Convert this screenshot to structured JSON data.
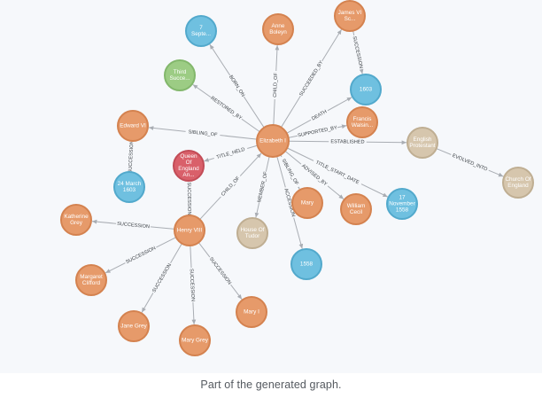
{
  "colors": {
    "Person": {
      "fill": "#e69a6a",
      "stroke": "#d4824f"
    },
    "Date": {
      "fill": "#6fc0e0",
      "stroke": "#52a9cc"
    },
    "Event": {
      "fill": "#9ccc84",
      "stroke": "#82b76b"
    },
    "Concept": {
      "fill": "#d6c6ad",
      "stroke": "#bfae92"
    },
    "Title": {
      "fill": "#d9606a",
      "stroke": "#c24c57"
    },
    "edge": "#a9adb3",
    "background": "#f6f8fb"
  },
  "nodes": [
    {
      "id": "elizabeth",
      "label": [
        "Elizabeth I"
      ],
      "type": "Person"
    },
    {
      "id": "sept7",
      "label": [
        "7",
        "Septe..."
      ],
      "type": "Date"
    },
    {
      "id": "anne",
      "label": [
        "Anne",
        "Boleyn"
      ],
      "type": "Person"
    },
    {
      "id": "james",
      "label": [
        "James VI",
        "Sc..."
      ],
      "type": "Person"
    },
    {
      "id": "third",
      "label": [
        "Third",
        "Succe..."
      ],
      "type": "Event"
    },
    {
      "id": "y1603",
      "label": [
        "1603"
      ],
      "type": "Date"
    },
    {
      "id": "francis",
      "label": [
        "Francis",
        "Walsin..."
      ],
      "type": "Person"
    },
    {
      "id": "edward",
      "label": [
        "Edward VI"
      ],
      "type": "Person"
    },
    {
      "id": "english",
      "label": [
        "English",
        "Protestant"
      ],
      "type": "Concept"
    },
    {
      "id": "church",
      "label": [
        "Church Of",
        "England"
      ],
      "type": "Concept"
    },
    {
      "id": "queen",
      "label": [
        "Queen",
        "Of",
        "England",
        "An..."
      ],
      "type": "Title"
    },
    {
      "id": "march24",
      "label": [
        "24 March",
        "1603"
      ],
      "type": "Date"
    },
    {
      "id": "mary",
      "label": [
        "Mary"
      ],
      "type": "Person"
    },
    {
      "id": "william",
      "label": [
        "William",
        "Cecil"
      ],
      "type": "Person"
    },
    {
      "id": "nov17",
      "label": [
        "17",
        "November",
        "1558"
      ],
      "type": "Date"
    },
    {
      "id": "katherine",
      "label": [
        "Katherine",
        "Grey"
      ],
      "type": "Person"
    },
    {
      "id": "henry",
      "label": [
        "Henry VIII"
      ],
      "type": "Person"
    },
    {
      "id": "tudor",
      "label": [
        "House Of",
        "Tudor"
      ],
      "type": "Concept"
    },
    {
      "id": "y1558",
      "label": [
        "1558"
      ],
      "type": "Date"
    },
    {
      "id": "margaret",
      "label": [
        "Margaret",
        "Clifford"
      ],
      "type": "Person"
    },
    {
      "id": "maryi",
      "label": [
        "Mary I"
      ],
      "type": "Person"
    },
    {
      "id": "jane",
      "label": [
        "Jane Grey"
      ],
      "type": "Person"
    },
    {
      "id": "marygrey",
      "label": [
        "Mary Grey"
      ],
      "type": "Person"
    }
  ],
  "edges": [
    {
      "from": "elizabeth",
      "to": "sept7",
      "label": "BORN_ON"
    },
    {
      "from": "elizabeth",
      "to": "anne",
      "label": "CHILD_OF"
    },
    {
      "from": "elizabeth",
      "to": "james",
      "label": "SUCCEEDED_BY"
    },
    {
      "from": "elizabeth",
      "to": "third",
      "label": "RESTORED_BY"
    },
    {
      "from": "elizabeth",
      "to": "y1603",
      "label": "DEATH"
    },
    {
      "from": "elizabeth",
      "to": "francis",
      "label": "SUPPORTED_BY"
    },
    {
      "from": "elizabeth",
      "to": "edward",
      "label": "SIBLING_OF"
    },
    {
      "from": "elizabeth",
      "to": "english",
      "label": "ESTABLISHED"
    },
    {
      "from": "elizabeth",
      "to": "queen",
      "label": "TITLE_HELD"
    },
    {
      "from": "elizabeth",
      "to": "nov17",
      "label": "TITLE_START_DATE"
    },
    {
      "from": "elizabeth",
      "to": "william",
      "label": "ADVISED_BY"
    },
    {
      "from": "elizabeth",
      "to": "mary",
      "label": "SIBLING_OF"
    },
    {
      "from": "elizabeth",
      "to": "y1558",
      "label": "ACCESSION"
    },
    {
      "from": "elizabeth",
      "to": "tudor",
      "label": "MEMBER_OF"
    },
    {
      "from": "henry",
      "to": "elizabeth",
      "label": "CHILD_OF"
    },
    {
      "from": "henry",
      "to": "queen",
      "label": "SUCCESSION"
    },
    {
      "from": "james",
      "to": "y1603",
      "label": "SUCCESSION"
    },
    {
      "from": "english",
      "to": "church",
      "label": "EVOLVED_INTO"
    },
    {
      "from": "march24",
      "to": "edward",
      "label": "SUCCESSION"
    },
    {
      "from": "henry",
      "to": "katherine",
      "label": "SUCCESSION"
    },
    {
      "from": "henry",
      "to": "margaret",
      "label": "SUCCESSION"
    },
    {
      "from": "henry",
      "to": "jane",
      "label": "SUCCESSION"
    },
    {
      "from": "henry",
      "to": "marygrey",
      "label": "SUCCESSION"
    },
    {
      "from": "henry",
      "to": "maryi",
      "label": "SUCCESSION"
    }
  ],
  "caption": "Part of the generated graph."
}
